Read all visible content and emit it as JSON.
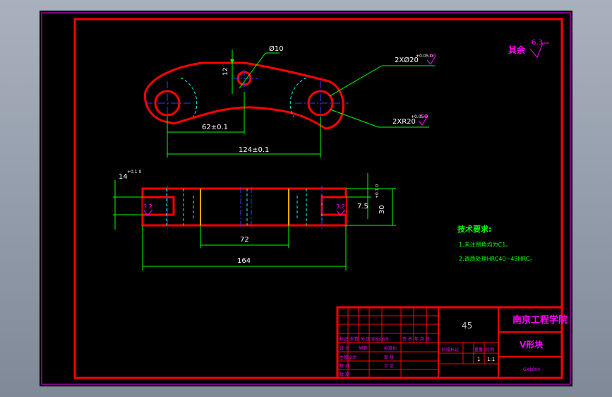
{
  "drawing": {
    "background": "#000000",
    "frame_color": "#ff0000",
    "outer_border_color": "#ff00ff",
    "dim_color": "#00ff00",
    "center_color": "#3a3aff",
    "hidden_color": "#00ffff",
    "text_color": "#ff00ff",
    "roughness_note": {
      "label": "其余",
      "value": "6.3"
    },
    "dims": {
      "hole_dia": "Ø10",
      "hole_offset": "12",
      "half_span": "62±0.1",
      "span": "124±0.1",
      "counterbore_top": "2XØ20",
      "counterbore_top_tol": "+0.05 0",
      "counterbore_top_ra": "1.6",
      "counterbore_bot": "2XR20",
      "counterbore_bot_tol": "+0.05 0",
      "counterbore_bot_ra": "1.6",
      "slot_width": "14",
      "slot_width_tol": "+0.1 0",
      "left_ra": "3.2",
      "right_ra": "3.2",
      "step": "7.5",
      "thickness": "30",
      "thickness_tol": "+0.1 0",
      "center_len": "72",
      "total_len": "164"
    },
    "tech_req": {
      "title": "技术要求:",
      "lines": [
        "1.未注倒角均为C1。",
        "2.调质处理HRC40~45HRC。"
      ]
    },
    "title_block": {
      "school": "南京工程学院",
      "material": "45",
      "part_name": "V形块",
      "code": "GX1000",
      "row_headers": [
        "标记",
        "处数",
        "分 区",
        "更改文件号",
        "签 名",
        "年 月 日"
      ],
      "staff_rows": [
        [
          "设 计",
          "胡丽",
          "标准化"
        ],
        [
          "主管设计",
          "",
          "审 核"
        ],
        [
          "校 对",
          "",
          "工 艺",
          "批 准"
        ]
      ],
      "stage_headers": [
        "阶段标记",
        "重量",
        "比例"
      ],
      "qty": "1",
      "scale": "1:1"
    }
  }
}
